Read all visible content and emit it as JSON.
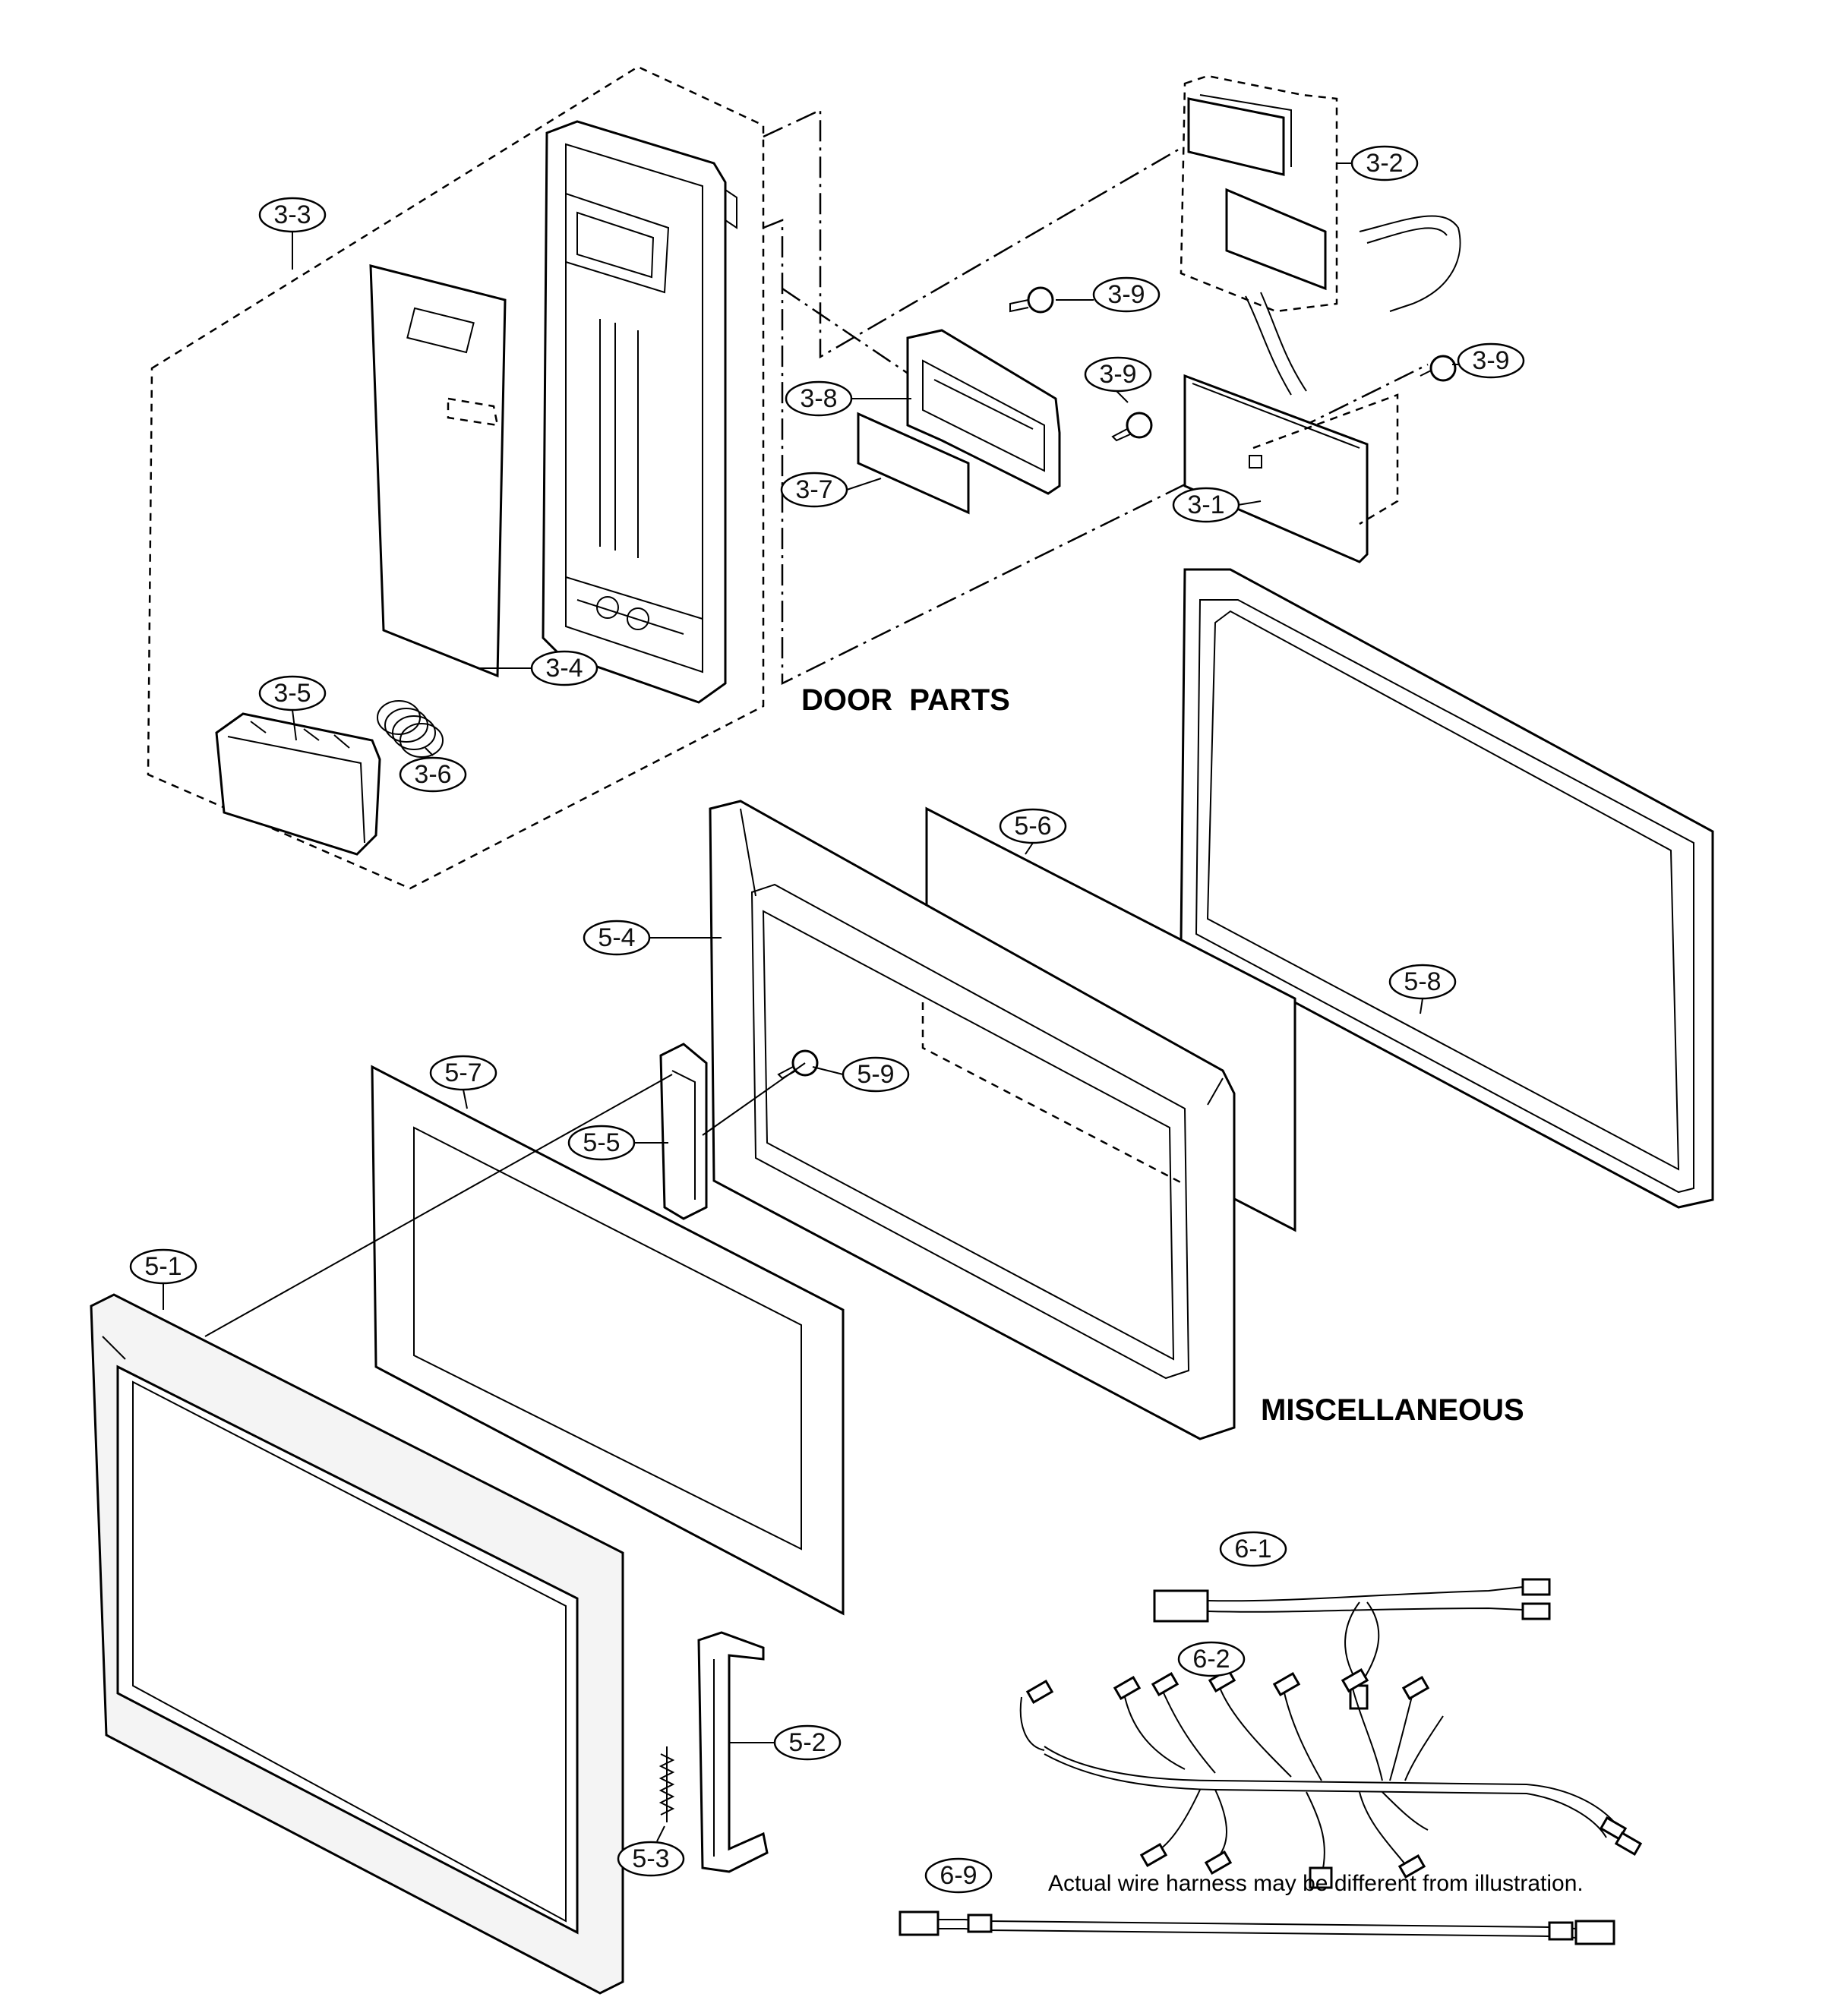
{
  "sections": {
    "door_parts": "DOOR  PARTS",
    "miscellaneous": "MISCELLANEOUS"
  },
  "note": "Actual wire harness may be different from illustration.",
  "part_labels": {
    "p3_1": "3-1",
    "p3_2": "3-2",
    "p3_3": "3-3",
    "p3_4": "3-4",
    "p3_5": "3-5",
    "p3_6": "3-6",
    "p3_7": "3-7",
    "p3_8": "3-8",
    "p3_9a": "3-9",
    "p3_9b": "3-9",
    "p3_9c": "3-9",
    "p5_1": "5-1",
    "p5_2": "5-2",
    "p5_3": "5-3",
    "p5_4": "5-4",
    "p5_5": "5-5",
    "p5_6": "5-6",
    "p5_7": "5-7",
    "p5_8": "5-8",
    "p5_9": "5-9",
    "p6_1": "6-1",
    "p6_2": "6-2",
    "p6_9": "6-9"
  }
}
